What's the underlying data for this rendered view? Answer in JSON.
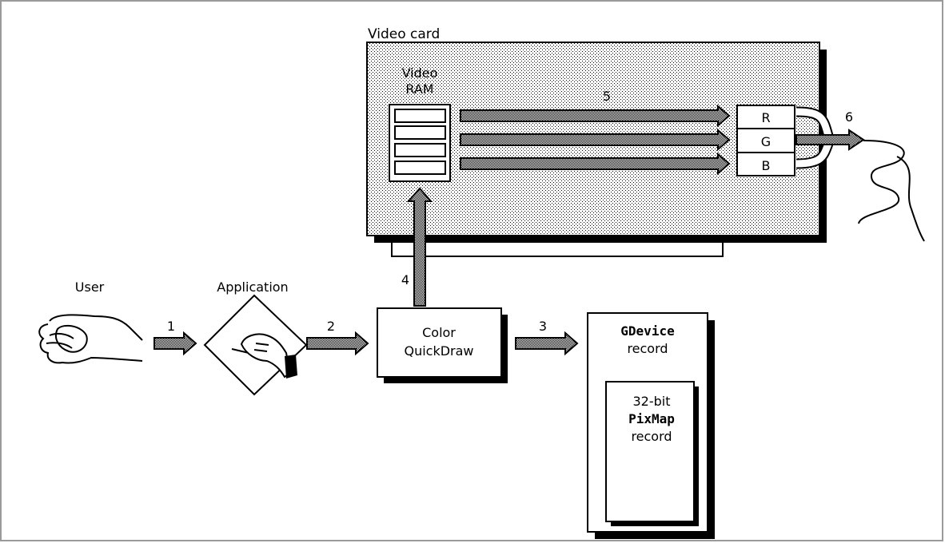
{
  "diagram": {
    "video_card": {
      "label": "Video card",
      "video_ram": {
        "line1": "Video",
        "line2": "RAM"
      },
      "channels": [
        "R",
        "G",
        "B"
      ]
    },
    "steps": {
      "s1": "1",
      "s2": "2",
      "s3": "3",
      "s4": "4",
      "s5": "5",
      "s6": "6"
    },
    "user": {
      "label": "User"
    },
    "application": {
      "label": "Application"
    },
    "color_quickdraw": {
      "line1": "Color",
      "line2": "QuickDraw"
    },
    "gdevice": {
      "title_code": "GDevice",
      "title_text": "record",
      "pixmap": {
        "line1": "32-bit",
        "line2_code": "PixMap",
        "line3": "record"
      }
    }
  }
}
